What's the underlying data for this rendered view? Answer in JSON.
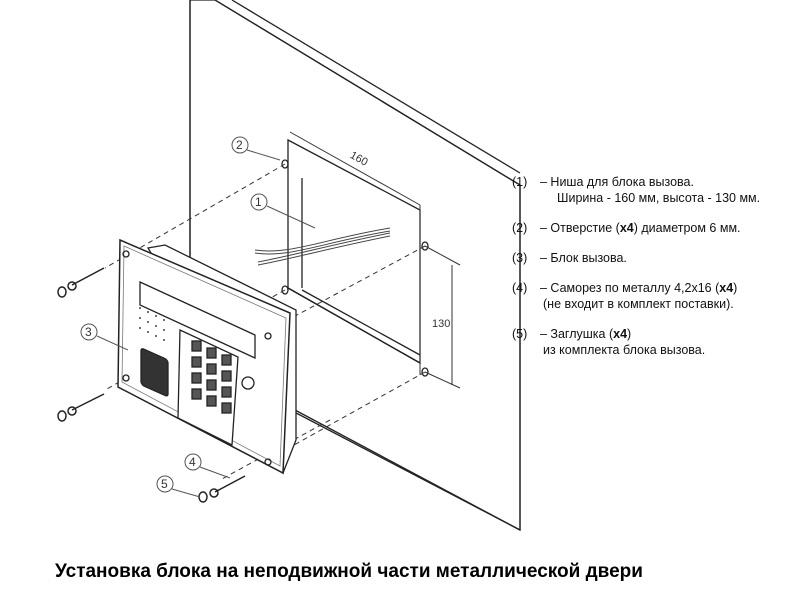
{
  "diagram": {
    "callouts": [
      "1",
      "2",
      "3",
      "4",
      "5"
    ],
    "dimensions": {
      "width": "160",
      "height": "130"
    },
    "legend": [
      {
        "num": "(1)",
        "text": "– Ниша для блока вызова.",
        "line2": "Ширина - 160 мм, высота - 130 мм."
      },
      {
        "num": "(2)",
        "text_pre": "– Отверстие (",
        "bold": "x4",
        "text_post": ") диаметром 6 мм."
      },
      {
        "num": "(3)",
        "text": "– Блок вызова."
      },
      {
        "num": "(4)",
        "text_pre": "– Саморез по металлу 4,2x16 (",
        "bold": "x4",
        "text_post": ")",
        "line2": "(не входит в комплект поставки)."
      },
      {
        "num": "(5)",
        "text_pre": "– Заглушка (",
        "bold": "x4",
        "text_post": ")",
        "line2": "из комплекта блока вызова."
      }
    ],
    "caption": "Установка блока на неподвижной части металлической двери"
  }
}
